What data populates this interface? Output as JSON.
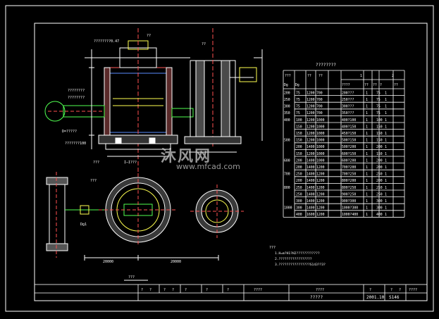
{
  "labels": {
    "elev_top": "????????0.47",
    "mark_a": "??",
    "mark_b": "??",
    "pipe_call": "????????",
    "pipe_left": "????????",
    "d_label": "D=?????",
    "bottom_note": "???????100",
    "section_1": "???",
    "section_2": "I—I???",
    "plan_call": "???",
    "dg": "Dg1",
    "dim_1": "20000",
    "dim_2": "20000",
    "plan_title": "???"
  },
  "table": {
    "title": "????????",
    "head_row1": [
      "???",
      "??",
      "??",
      "1",
      "2"
    ],
    "head_row2": [
      "Dg",
      "Dg",
      "",
      "",
      "",
      "????",
      "??",
      "??",
      "?",
      "??"
    ],
    "rows": [
      [
        "200",
        "",
        "75",
        "1200",
        "700",
        "200???",
        "1",
        "75",
        "1"
      ],
      [
        "250",
        "",
        "75",
        "1200",
        "700",
        "250???",
        "1",
        "75",
        "1"
      ],
      [
        "300",
        "",
        "75",
        "1200",
        "700",
        "300???",
        "1",
        "75",
        "1"
      ],
      [
        "350",
        "",
        "75",
        "1200",
        "700",
        "350???",
        "1",
        "75",
        "1"
      ],
      [
        "400",
        "",
        "100",
        "1200",
        "1000",
        "400?100",
        "1",
        "100",
        "1"
      ],
      [
        "",
        "",
        "150",
        "1200",
        "1000",
        "400?150",
        "1",
        "150",
        "1"
      ],
      [
        "",
        "",
        "150",
        "1200",
        "1000",
        "450?150",
        "1",
        "150",
        "1"
      ],
      [
        "500",
        "",
        "150",
        "1200",
        "1000",
        "500?150",
        "1",
        "150",
        "1"
      ],
      [
        "",
        "",
        "200",
        "1400",
        "1000",
        "500?200",
        "1",
        "200",
        "1"
      ],
      [
        "",
        "",
        "150",
        "1200",
        "1000",
        "600?150",
        "1",
        "150",
        "1"
      ],
      [
        "600",
        "",
        "200",
        "1400",
        "1000",
        "600?200",
        "1",
        "200",
        "1"
      ],
      [
        "",
        "",
        "200",
        "1400",
        "1200",
        "700?200",
        "1",
        "200",
        "1"
      ],
      [
        "700",
        "",
        "250",
        "1400",
        "1200",
        "700?250",
        "1",
        "250",
        "1"
      ],
      [
        "",
        "",
        "200",
        "1400",
        "1200",
        "800?200",
        "1",
        "200",
        "1"
      ],
      [
        "800",
        "",
        "250",
        "1400",
        "1200",
        "800?250",
        "1",
        "250",
        "1"
      ],
      [
        "",
        "",
        "250",
        "1400",
        "1200",
        "900?250",
        "1",
        "250",
        "1"
      ],
      [
        "",
        "",
        "300",
        "1400",
        "1200",
        "900?300",
        "1",
        "300",
        "1"
      ],
      [
        "1000",
        "",
        "300",
        "1400",
        "1200",
        "1000?300",
        "1",
        "300",
        "1"
      ],
      [
        "",
        "",
        "400",
        "1600",
        "1200",
        "1000?400",
        "1",
        "400",
        "1"
      ]
    ]
  },
  "notes": {
    "head": "???",
    "lines": [
      "1.H=m?H1?H2????????????",
      "2.?????????????????",
      "3.????????????????S143??3?"
    ]
  },
  "title_block": {
    "top_cells": [
      "?",
      "?",
      "?",
      "?",
      "?",
      "?",
      "?",
      "????",
      "????",
      "?",
      "?",
      "?",
      "????"
    ],
    "drawing_name": "?????",
    "date": "2001.10",
    "sheet": "S146"
  },
  "watermark": {
    "main": "沐风网",
    "url": "www.mfcad.com"
  }
}
